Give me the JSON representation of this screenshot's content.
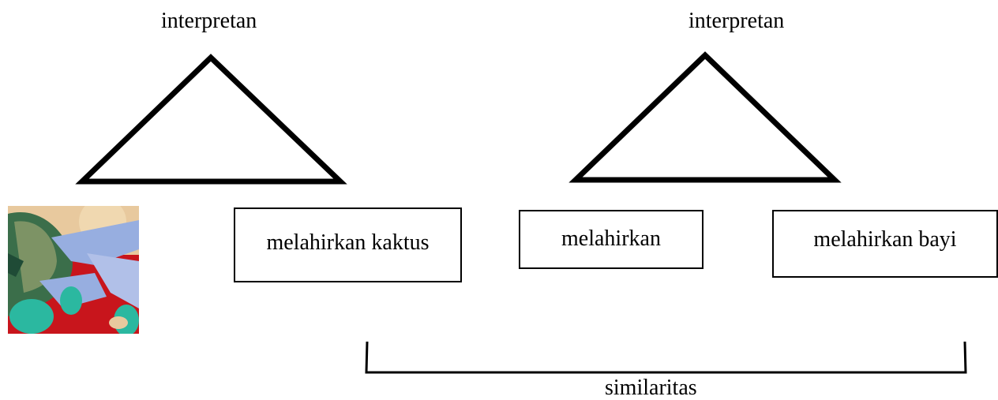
{
  "left_triangle": {
    "apex_label": "interpretan"
  },
  "right_triangle": {
    "apex_label": "interpretan"
  },
  "boxes": {
    "left_object": "melahirkan kaktus",
    "middle_representamen": "melahirkan",
    "right_object": "melahirkan bayi"
  },
  "bracket": {
    "label": "similaritas"
  },
  "artwork": {
    "icon": "painting-thumbnail",
    "colors": [
      "#c8151c",
      "#97aee0",
      "#2bb8a0",
      "#e8c99e",
      "#3b6e4a"
    ]
  },
  "colors": {
    "stroke": "#000000",
    "background": "#ffffff"
  }
}
